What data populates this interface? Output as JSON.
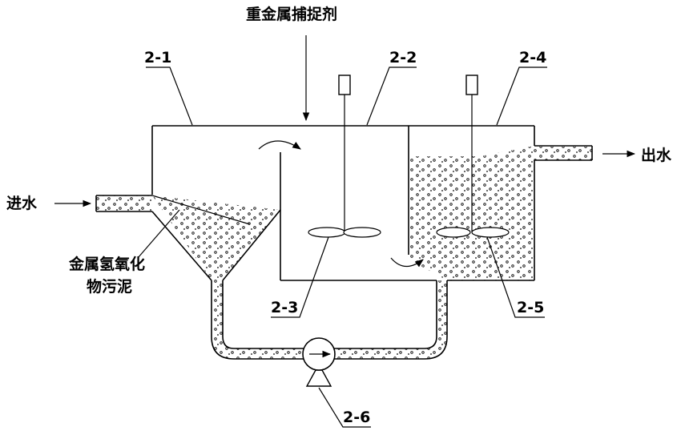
{
  "labels": {
    "reagent": "重金属捕捉剂",
    "inlet": "进水",
    "outlet": "出水",
    "sludge_line1": "金属氢氧化",
    "sludge_line2": "物污泥",
    "tank_2_1": "2-1",
    "tank_2_2": "2-2",
    "tank_2_4": "2-4",
    "mixer_2_3": "2-3",
    "mixer_2_5": "2-5",
    "pump_2_6": "2-6"
  }
}
